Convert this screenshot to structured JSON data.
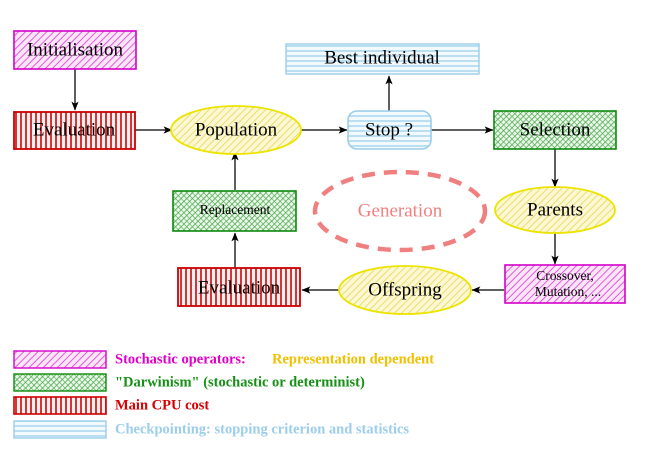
{
  "diagram": {
    "title": "Evolutionary Algorithm Cycle",
    "nodes": {
      "initialisation": {
        "label": "Initialisation",
        "style": "stochastic",
        "shape": "rect"
      },
      "evaluation_top": {
        "label": "Evaluation",
        "style": "cpu",
        "shape": "rect"
      },
      "population": {
        "label": "Population",
        "style": "population",
        "shape": "ellipse"
      },
      "stop": {
        "label": "Stop ?",
        "style": "checkpoint",
        "shape": "rounded-rect"
      },
      "best_individual": {
        "label": "Best individual",
        "style": "checkpoint",
        "shape": "rect"
      },
      "selection": {
        "label": "Selection",
        "style": "darwinism",
        "shape": "rect"
      },
      "parents": {
        "label": "Parents",
        "style": "population",
        "shape": "ellipse"
      },
      "variation": {
        "label_line1": "Crossover,",
        "label_line2": "Mutation, ...",
        "style": "stochastic",
        "shape": "rect"
      },
      "offspring": {
        "label": "Offspring",
        "style": "population",
        "shape": "ellipse"
      },
      "evaluation_bottom": {
        "label": "Evaluation",
        "style": "cpu",
        "shape": "rect"
      },
      "replacement": {
        "label": "Replacement",
        "style": "darwinism",
        "shape": "rect"
      },
      "generation": {
        "label": "Generation",
        "style": "generation-loop",
        "shape": "dashed-ellipse"
      }
    },
    "edges": [
      {
        "from": "initialisation",
        "to": "evaluation_top"
      },
      {
        "from": "evaluation_top",
        "to": "population"
      },
      {
        "from": "population",
        "to": "stop"
      },
      {
        "from": "stop",
        "to": "best_individual"
      },
      {
        "from": "stop",
        "to": "selection"
      },
      {
        "from": "selection",
        "to": "parents"
      },
      {
        "from": "parents",
        "to": "variation"
      },
      {
        "from": "variation",
        "to": "offspring"
      },
      {
        "from": "offspring",
        "to": "evaluation_bottom"
      },
      {
        "from": "evaluation_bottom",
        "to": "replacement"
      },
      {
        "from": "replacement",
        "to": "population"
      }
    ]
  },
  "legend": {
    "items": [
      {
        "swatch": "stochastic",
        "text_primary": "Stochastic operators:",
        "text_secondary": "Representation dependent",
        "color_primary": "#e000c8",
        "color_secondary": "#f0c000"
      },
      {
        "swatch": "darwinism",
        "text_primary": "\"Darwinism\" (stochastic or determinist)",
        "text_secondary": "",
        "color_primary": "#169016",
        "color_secondary": ""
      },
      {
        "swatch": "cpu",
        "text_primary": "Main CPU cost",
        "text_secondary": "",
        "color_primary": "#d80000",
        "color_secondary": ""
      },
      {
        "swatch": "checkpoint",
        "text_primary": "Checkpointing: stopping criterion and statistics",
        "text_secondary": "",
        "color_primary": "#9ccdea",
        "color_secondary": ""
      }
    ]
  },
  "colors": {
    "stochastic_stroke": "#d400c8",
    "stochastic_fill": "#f8d8f4",
    "darwinism_stroke": "#0d8a0d",
    "darwinism_fill": "#e6f5e6",
    "cpu_stroke": "#cc0000",
    "cpu_fill": "#fbe8e8",
    "checkpoint_stroke": "#9ccdea",
    "checkpoint_fill": "#eaf5fc",
    "population_stroke": "#f0e000",
    "population_fill": "#fbf6cd",
    "generation_stroke": "#f08080",
    "arrow": "#000000",
    "background": "#ffffff"
  }
}
